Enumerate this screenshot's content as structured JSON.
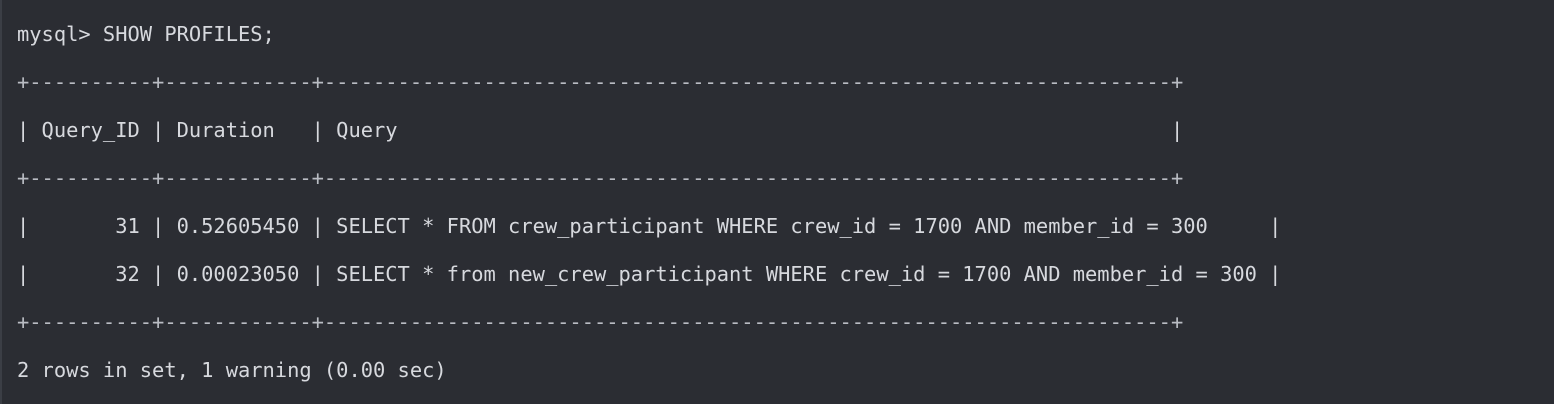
{
  "terminal": {
    "prompt": "mysql> SHOW PROFILES;",
    "border": "+----------+------------+---------------------------------------------------------------------+",
    "header": "| Query_ID | Duration   | Query                                                               |",
    "rows": [
      "|       31 | 0.52605450 | SELECT * FROM crew_participant WHERE crew_id = 1700 AND member_id = 300     |",
      "|       32 | 0.00023050 | SELECT * from new_crew_participant WHERE crew_id = 1700 AND member_id = 300 |"
    ],
    "summary": "2 rows in set, 1 warning (0.00 sec)"
  }
}
